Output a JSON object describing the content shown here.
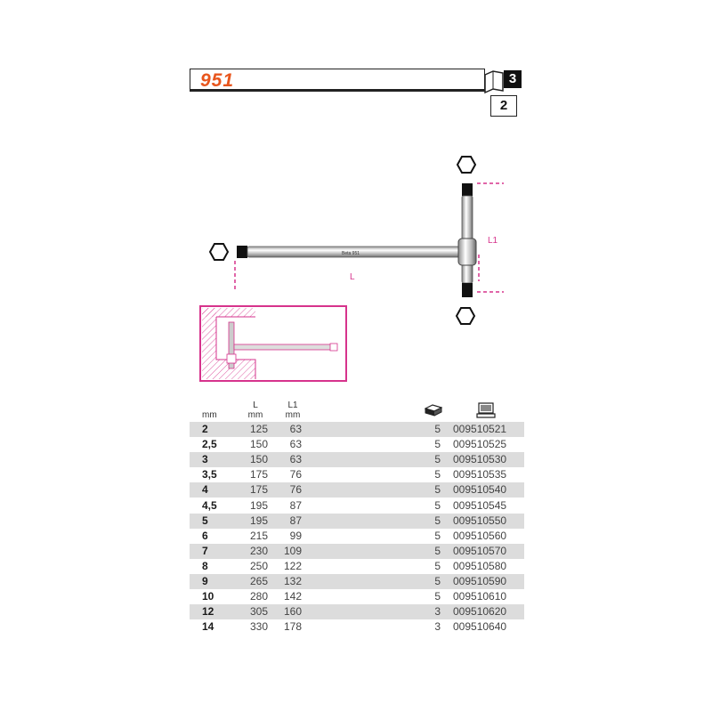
{
  "header": {
    "product_code": "951",
    "badge_top": "3",
    "badge_bottom": "2"
  },
  "drawing": {
    "dim_label_L": "L",
    "dim_label_L1": "L1",
    "tool_handle_marking": "Beta 951"
  },
  "table": {
    "headers": {
      "size_unit": "mm",
      "L_label": "L",
      "L_unit": "mm",
      "L1_label": "L1",
      "L1_unit": "mm",
      "qty_icon": "package-icon",
      "code_icon": "computer-icon"
    },
    "rows": [
      {
        "size": "2",
        "L": "125",
        "L1": "63",
        "qty": "5",
        "code": "009510521"
      },
      {
        "size": "2,5",
        "L": "150",
        "L1": "63",
        "qty": "5",
        "code": "009510525"
      },
      {
        "size": "3",
        "L": "150",
        "L1": "63",
        "qty": "5",
        "code": "009510530"
      },
      {
        "size": "3,5",
        "L": "175",
        "L1": "76",
        "qty": "5",
        "code": "009510535"
      },
      {
        "size": "4",
        "L": "175",
        "L1": "76",
        "qty": "5",
        "code": "009510540"
      },
      {
        "size": "4,5",
        "L": "195",
        "L1": "87",
        "qty": "5",
        "code": "009510545"
      },
      {
        "size": "5",
        "L": "195",
        "L1": "87",
        "qty": "5",
        "code": "009510550"
      },
      {
        "size": "6",
        "L": "215",
        "L1": "99",
        "qty": "5",
        "code": "009510560"
      },
      {
        "size": "7",
        "L": "230",
        "L1": "109",
        "qty": "5",
        "code": "009510570"
      },
      {
        "size": "8",
        "L": "250",
        "L1": "122",
        "qty": "5",
        "code": "009510580"
      },
      {
        "size": "9",
        "L": "265",
        "L1": "132",
        "qty": "5",
        "code": "009510590"
      },
      {
        "size": "10",
        "L": "280",
        "L1": "142",
        "qty": "5",
        "code": "009510610"
      },
      {
        "size": "12",
        "L": "305",
        "L1": "160",
        "qty": "3",
        "code": "009510620"
      },
      {
        "size": "14",
        "L": "330",
        "L1": "178",
        "qty": "3",
        "code": "009510640"
      }
    ]
  },
  "colors": {
    "accent": "#e8551c",
    "dimension": "#d6338c",
    "row_shade": "#dcdcdc"
  }
}
